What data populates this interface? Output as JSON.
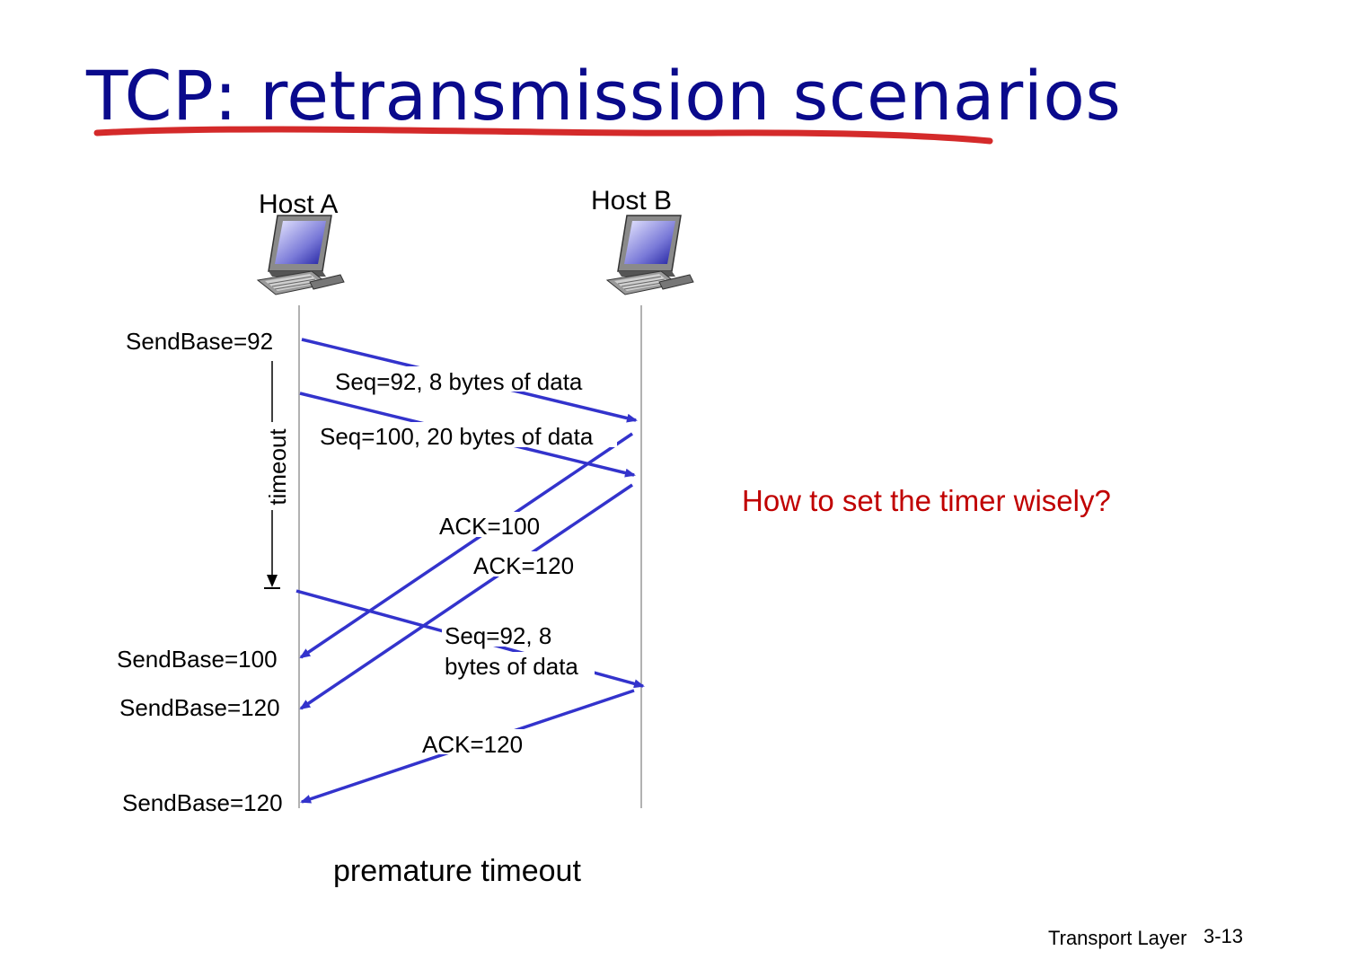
{
  "title": "TCP: retransmission scenarios",
  "hosts": {
    "a": {
      "label": "Host A"
    },
    "b": {
      "label": "Host B"
    }
  },
  "sendbase_labels": [
    "SendBase=92",
    "SendBase=100",
    "SendBase=120",
    "SendBase=120"
  ],
  "timeout_label": "timeout",
  "messages": [
    {
      "label": "Seq=92, 8 bytes of data"
    },
    {
      "label": "Seq=100, 20 bytes of data"
    },
    {
      "label": "ACK=100"
    },
    {
      "label": "ACK=120"
    },
    {
      "label_lines": [
        "Seq=92,  8",
        "bytes of data"
      ]
    },
    {
      "label": "ACK=120"
    }
  ],
  "scenario_caption": "premature timeout",
  "question": "How to set the timer wisely?",
  "footer": {
    "section": "Transport Layer",
    "page": "3-13"
  },
  "colors": {
    "title": "#0a0a8c",
    "underline": "#d42a2a",
    "arrow": "#3333cc",
    "question": "#c00000"
  },
  "icons": [
    "desktop-computer-icon",
    "desktop-computer-icon"
  ]
}
